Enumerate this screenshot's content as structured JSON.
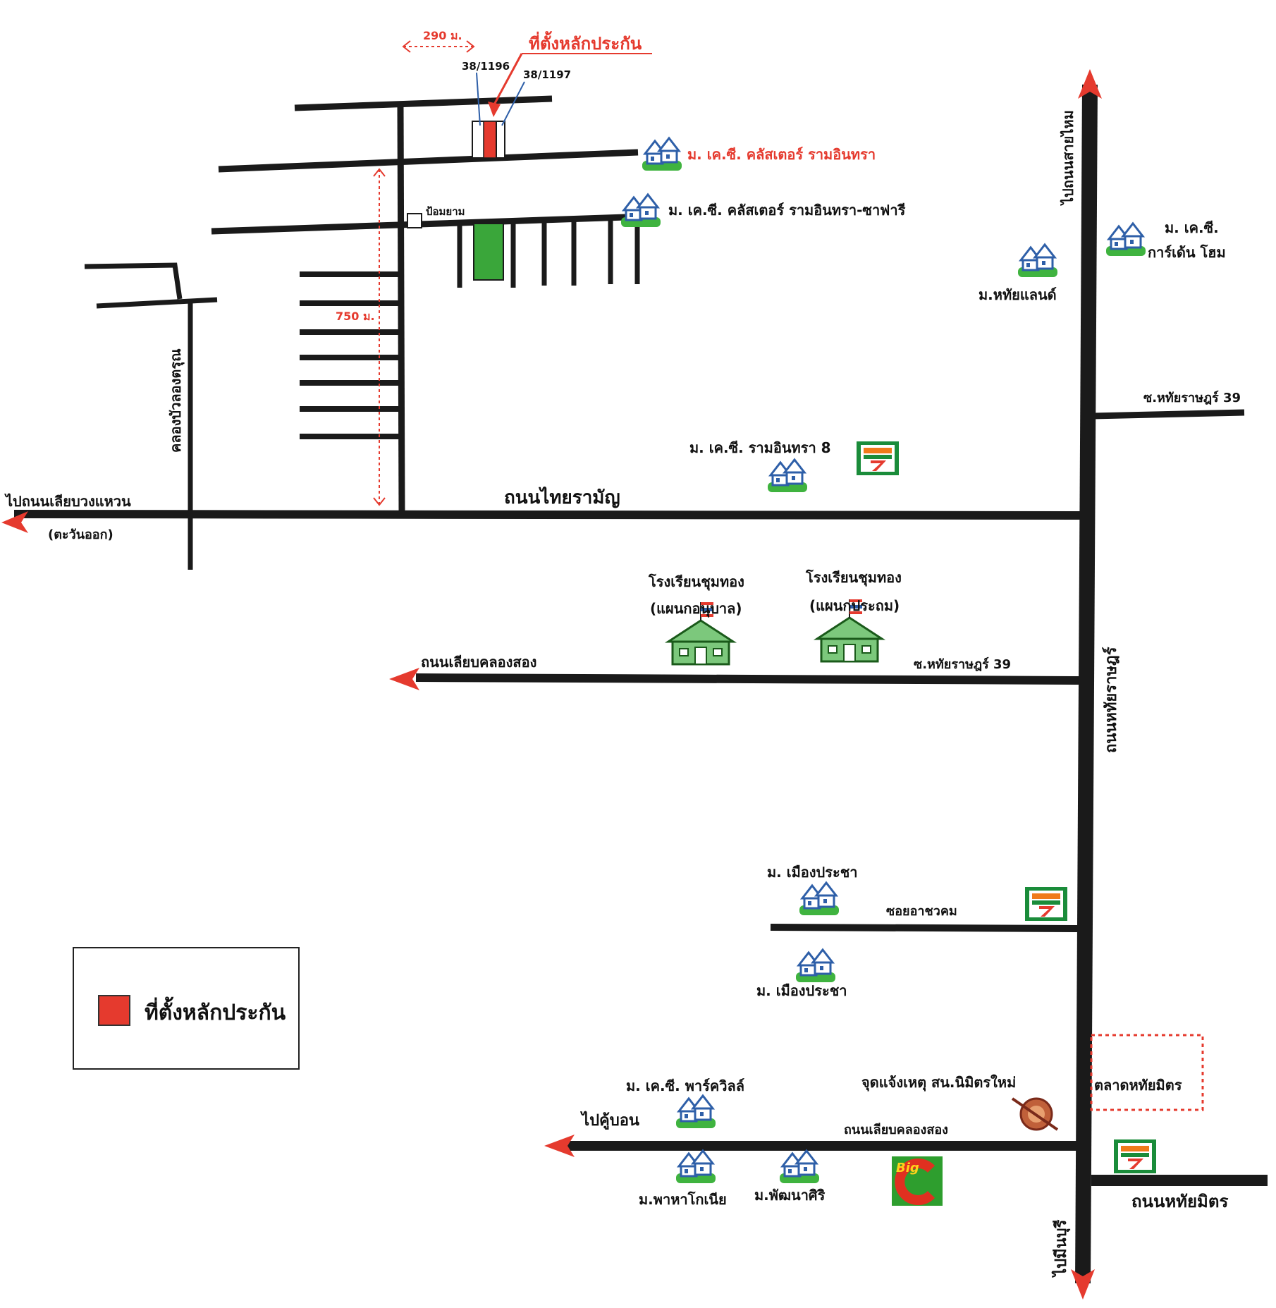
{
  "colors": {
    "road": "#1a1a1a",
    "accent_red": "#e53a2e",
    "park_green": "#3aa63a",
    "house_blue": "#2e5fa8",
    "house_green": "#3fb33f",
    "school_green": "#4caf50",
    "seven_eleven_green": "#1a8c3a",
    "seven_eleven_orange": "#f07a1a",
    "big_c_green": "#2e9e2e",
    "big_c_red": "#e03020",
    "market_border": "#e53a2e"
  },
  "top": {
    "distance_290": "290 ม.",
    "collateral_site_label": "ที่ตั้งหลักประกัน",
    "lot_1": "38/1196",
    "lot_2": "38/1197",
    "distance_750": "750 ม.",
    "guard_post": "ป้อมยาม"
  },
  "roads": {
    "thai_raman": "ถนนไทยรามัญ",
    "to_liap_wong_waen": "ไปถนนเลียบวงแหวน",
    "east_note": "(ตะวันออก)",
    "klong_soi": "คลองบัวลองตรุณ",
    "to_sai_mai": "ไปถนนสายไหม",
    "hathai_rat": "ถนนหทัยราษฎร์",
    "soi_hathai_rat_39_top": "ซ.หทัยราษฎร์ 39",
    "soi_hathai_rat_39_mid": "ซ.หทัยราษฎร์ 39",
    "liap_khlong_song_mid": "ถนนเลียบคลองสอง",
    "soi_arthorn": "ซอยอาชวคม",
    "liap_khlong_song_bottom": "ถนนเลียบคลองสอง",
    "to_khubon": "ไปคู้บอน",
    "hathai_mit": "ถนนหทัยมิตร",
    "to_min_buri": "ไปมีนบุรี"
  },
  "places": {
    "kc_cluster_ramintra": "ม. เค.ซี. คลัสเตอร์ รามอินทรา",
    "kc_cluster_safari": "ม. เค.ซี. คลัสเตอร์ รามอินทรา-ซาฟารี",
    "kc_garden_home_1": "ม. เค.ซี.",
    "kc_garden_home_2": "การ์เด้น โฮม",
    "hathai_land": "ม.หทัยแลนด์",
    "kc_ramintra_8": "ม. เค.ซี. รามอินทรา 8",
    "school_kindergarten_1": "โรงเรียนชุมทอง",
    "school_kindergarten_2": "(แผนกอนุบาล)",
    "school_primary_1": "โรงเรียนชุมทอง",
    "school_primary_2": "(แผนกประถม)",
    "mueang_pracha_top": "ม. เมืองประชา",
    "mueang_pracha_bottom": "ม. เมืองประชา",
    "kc_park_ville": "ม. เค.ซี. พาร์ควิลล์",
    "police_box": "จุดแจ้งเหตุ สน.นิมิตรใหม่",
    "hathai_mit_market": "ตลาดหทัยมิตร",
    "pha_ha_kobia": "ม.พาหาโกเนีย",
    "phatthanasiri": "ม.พัฒนาศิริ",
    "big_c": "Big"
  },
  "icons": {
    "seven_eleven": "seven-eleven-icon",
    "house": "housing-estate-icon",
    "school": "school-icon",
    "police": "police-box-icon",
    "big_c": "big-c-logo"
  },
  "legend": {
    "label": "ที่ตั้งหลักประกัน"
  }
}
